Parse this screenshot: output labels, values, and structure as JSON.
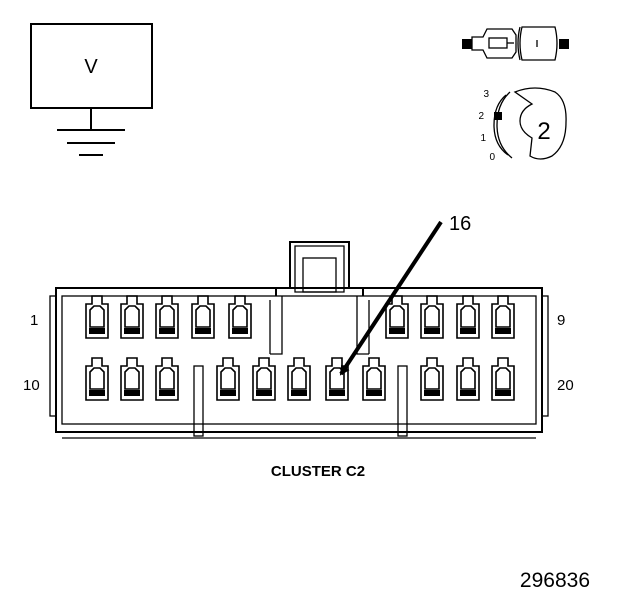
{
  "meter": {
    "label": "V"
  },
  "selector": {
    "positions": [
      "3",
      "2",
      "1",
      "0"
    ],
    "selected": "2"
  },
  "connector": {
    "name": "CLUSTER C2",
    "pin_callout": "16",
    "pin_start_top": "1",
    "pin_end_top": "9",
    "pin_start_bottom": "10",
    "pin_end_bottom": "20"
  },
  "figure_number": "296836"
}
